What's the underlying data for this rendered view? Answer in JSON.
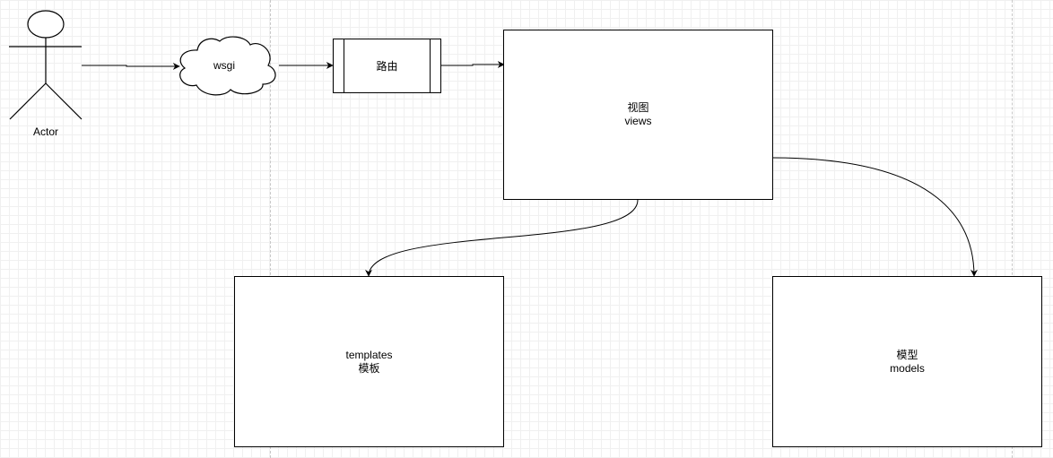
{
  "actor": {
    "label": "Actor"
  },
  "wsgi": {
    "label": "wsgi"
  },
  "router": {
    "label": "路由"
  },
  "views": {
    "line1": "视图",
    "line2": "views"
  },
  "templates": {
    "line1": "templates",
    "line2": "模板"
  },
  "models": {
    "line1": "模型",
    "line2": "models"
  },
  "colors": {
    "stroke": "#000000",
    "background": "#ffffff",
    "grid": "#f0f0f0",
    "page_divider": "#c8c8c8"
  }
}
